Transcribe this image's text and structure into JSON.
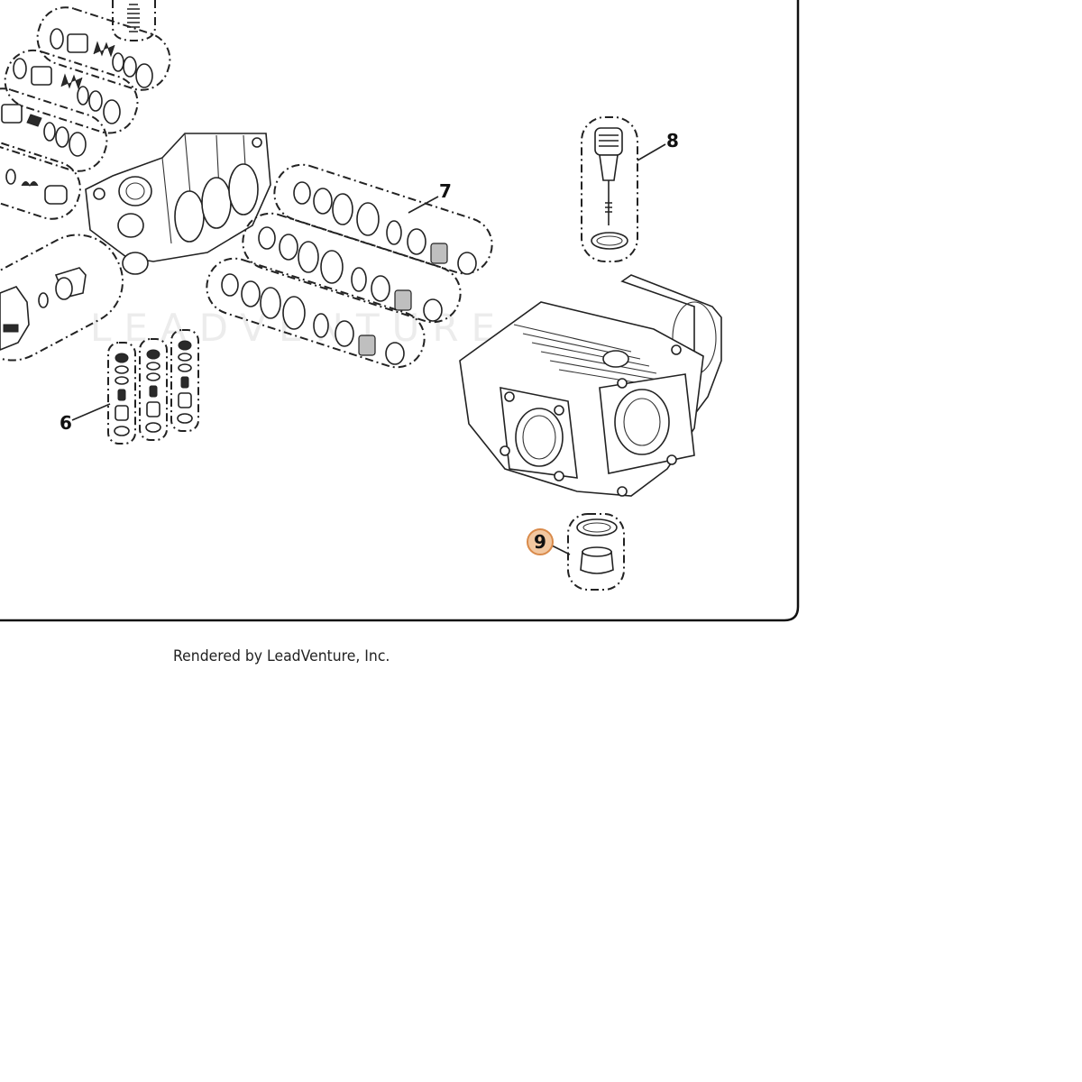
{
  "diagram": {
    "watermark": "LEADVENTURE",
    "callouts": [
      {
        "id": "6",
        "label": "6"
      },
      {
        "id": "7",
        "label": "7"
      },
      {
        "id": "8",
        "label": "8"
      },
      {
        "id": "9",
        "label": "9",
        "highlighted": true
      }
    ],
    "highlight_color": "#f2c7a0",
    "highlight_stroke": "#d98a4a"
  },
  "footer": {
    "credit": "Rendered by LeadVenture, Inc."
  }
}
